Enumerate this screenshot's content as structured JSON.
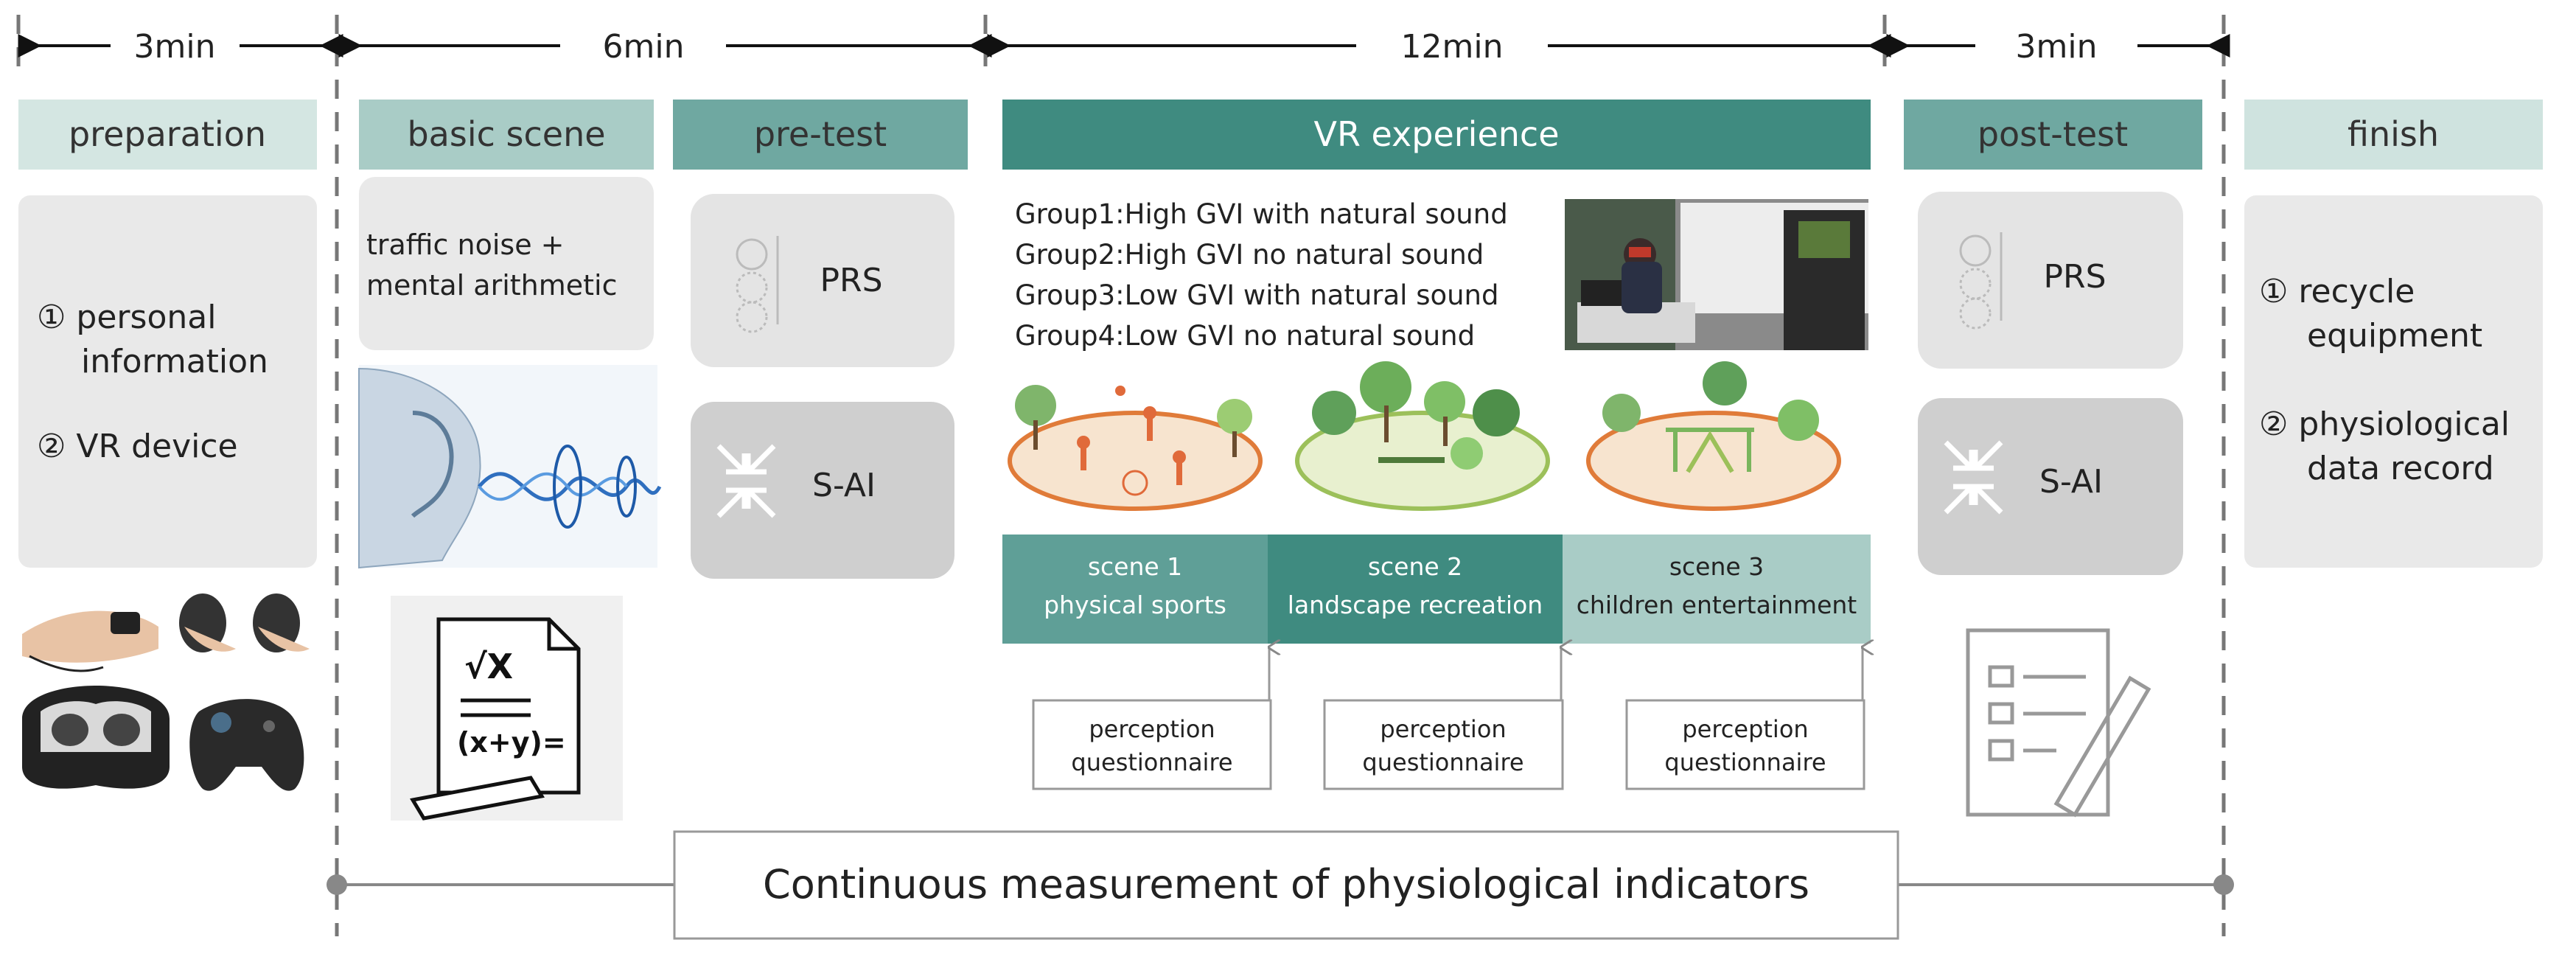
{
  "durations": {
    "d1": "3min",
    "d2": "6min",
    "d3": "12min",
    "d4": "3min"
  },
  "headers": {
    "preparation": "preparation",
    "basic_scene": "basic scene",
    "pre_test": "pre-test",
    "vr_experience": "VR experience",
    "post_test": "post-test",
    "finish": "finish"
  },
  "preparation": {
    "item1_line1": "① personal",
    "item1_line2": "information",
    "item2": "② VR device"
  },
  "basic_scene": {
    "line1": "traffic noise +",
    "line2": "mental arithmetic"
  },
  "pre_test": {
    "prs": "PRS",
    "sai": "S-AI"
  },
  "post_test": {
    "prs": "PRS",
    "sai": "S-AI"
  },
  "groups": [
    "Group1:High GVI with natural sound",
    "Group2:High GVI no natural sound",
    "Group3:Low GVI with natural sound",
    "Group4:Low GVI no natural sound"
  ],
  "scenes": [
    {
      "line1": "scene 1",
      "line2": "physical sports"
    },
    {
      "line1": "scene 2",
      "line2": "landscape recreation"
    },
    {
      "line1": "scene 3",
      "line2": "children entertainment"
    }
  ],
  "questionnaire": {
    "line1": "perception",
    "line2": "questionnaire"
  },
  "finish": {
    "item1_line1": "① recycle",
    "item1_line2": "equipment",
    "item2_line1": "② physiological",
    "item2_line2": "data record"
  },
  "formula": {
    "top": "√X",
    "bottom": "(x+y)="
  },
  "bottom_label": "Continuous measurement of physiological indicators",
  "colors": {
    "teal_dark": "#3f8b80",
    "teal_mid": "#6fa8a1",
    "teal_light": "#a9ccc6",
    "teal_pale": "#cfe3df",
    "gray_box": "#e6e6e6",
    "gray_dark_box": "#cfcfcf",
    "divider": "#777777"
  }
}
